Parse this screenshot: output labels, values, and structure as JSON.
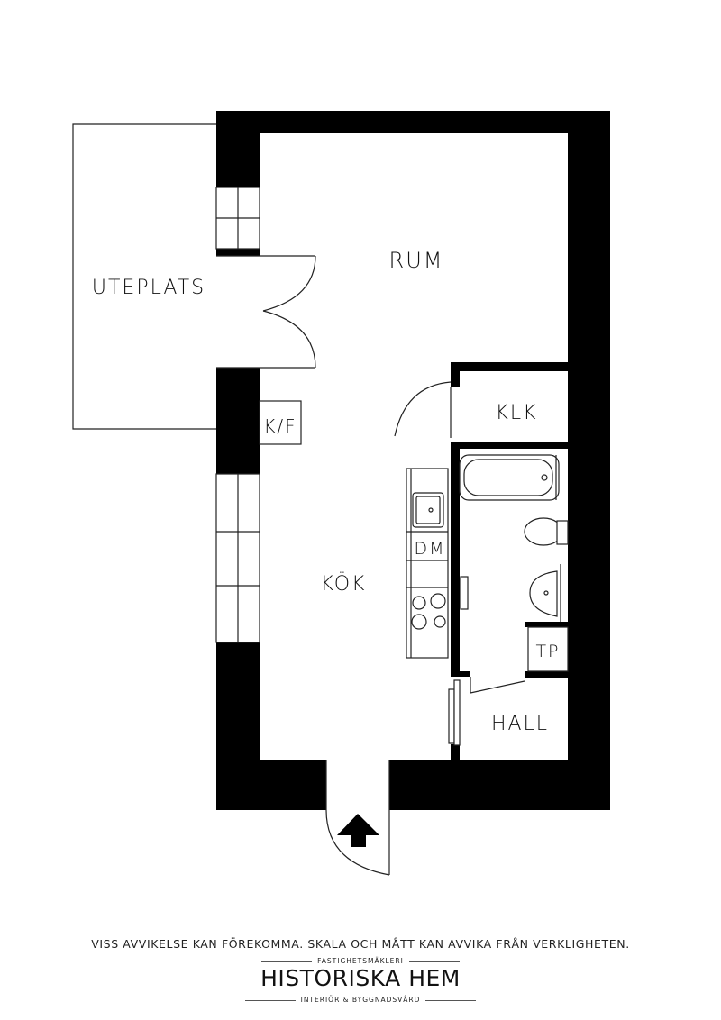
{
  "plan": {
    "rooms": {
      "rum": "RUM",
      "uteplats": "UTEPLATS",
      "klk": "KLK",
      "kf": "K/F",
      "kok": "KÖK",
      "dm": "DM",
      "tp": "TP",
      "hall": "HALL"
    }
  },
  "footer": {
    "disclaimer": "VISS AVVIKELSE KAN FÖREKOMMA. SKALA OCH MÅTT KAN AVVIKA FRÅN VERKLIGHETEN.",
    "tagline_top": "FASTIGHETSMÄKLERI",
    "brand": "HISTORISKA HEM",
    "tagline_bottom": "INTERIÖR & BYGGNADSVÅRD"
  },
  "colors": {
    "wall": "#000000",
    "line": "#222222",
    "paper": "#ffffff"
  }
}
